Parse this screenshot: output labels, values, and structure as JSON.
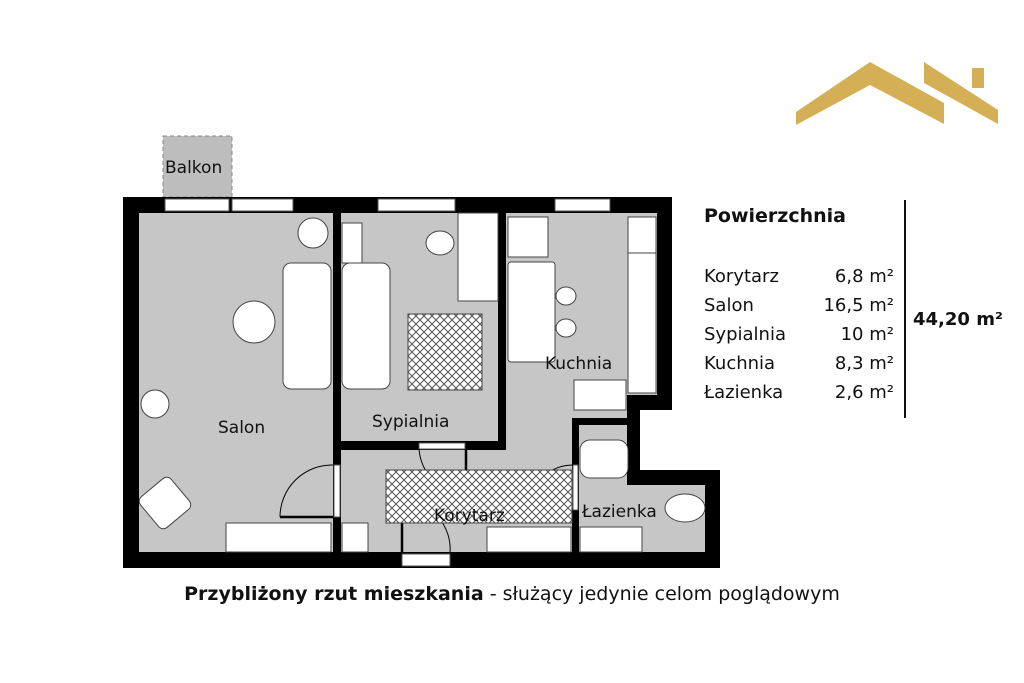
{
  "logo": {
    "color": "#D4AF55"
  },
  "plan": {
    "floor_color": "#C6C6C6",
    "wall_color": "#000000",
    "rooms": {
      "balkon": "Balkon",
      "salon": "Salon",
      "sypialnia": "Sypialnia",
      "kuchnia": "Kuchnia",
      "korytarz": "Korytarz",
      "lazienka": "Łazienka"
    }
  },
  "areas": {
    "title": "Powierzchnia",
    "rows": [
      {
        "room": "Korytarz",
        "value": "6,8 m²"
      },
      {
        "room": "Salon",
        "value": "16,5 m²"
      },
      {
        "room": "Sypialnia",
        "value": "10 m²"
      },
      {
        "room": "Kuchnia",
        "value": "8,3 m²"
      },
      {
        "room": "Łazienka",
        "value": "2,6 m²"
      }
    ],
    "total": "44,20 m²"
  },
  "caption": {
    "bold": "Przybliżony rzut mieszkania",
    "rest": " - służący jedynie celom poglądowym"
  }
}
